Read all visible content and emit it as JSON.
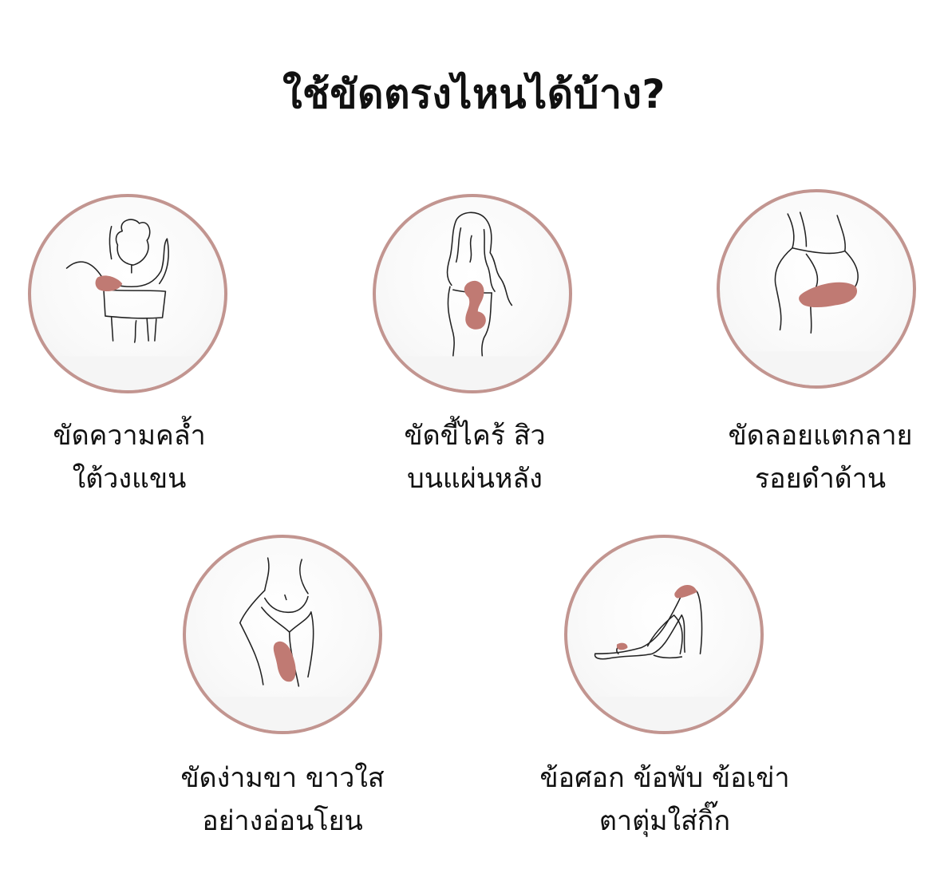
{
  "title": "ใช้ขัดตรงไหนได้บ้าง?",
  "colors": {
    "accent_border": "#c29590",
    "highlight": "#c07a73",
    "text": "#111111"
  },
  "items": [
    {
      "line1": "ขัดความคล้ำ",
      "line2": "ใต้วงแขน",
      "icon": "underarm-sketch-icon"
    },
    {
      "line1": "ขัดขี้ไคร้ สิว",
      "line2": "บนแผ่นหลัง",
      "icon": "back-sketch-icon"
    },
    {
      "line1": "ขัดลอยแตกลาย",
      "line2": "รอยดำด้าน",
      "icon": "buttocks-sketch-icon"
    },
    {
      "line1": "ขัดง่ามขา ขาวใส",
      "line2": "อย่างอ่อนโยน",
      "icon": "inner-thigh-sketch-icon"
    },
    {
      "line1": "ข้อศอก ข้อพับ ข้อเข่า",
      "line2": "ตาตุ่มใส่กิ๊ก",
      "icon": "legs-sketch-icon"
    }
  ]
}
